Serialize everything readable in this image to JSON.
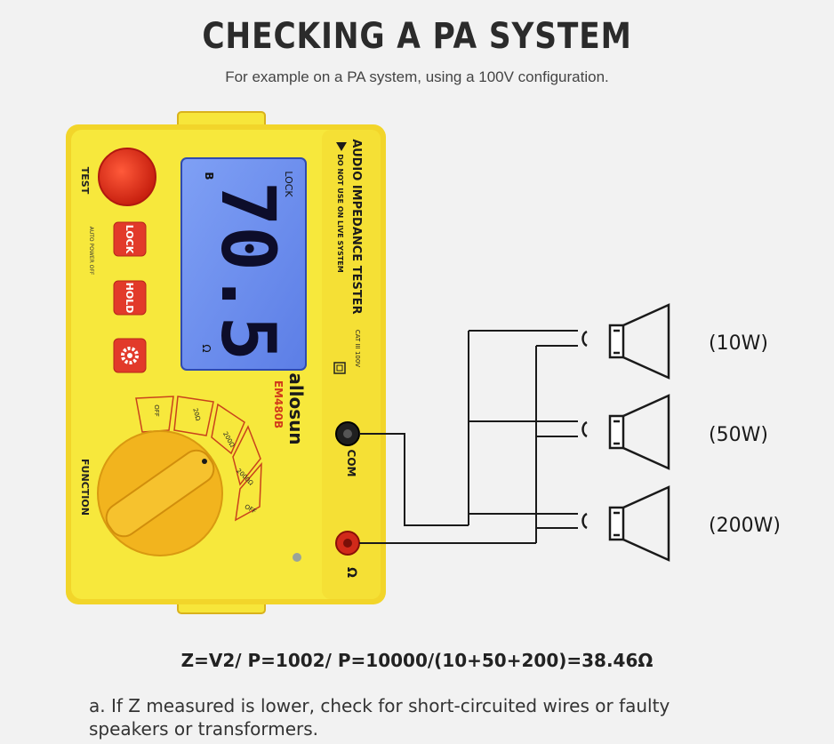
{
  "header": {
    "title": "CHECKING A PA SYSTEM",
    "subtitle": "For example on a PA system, using a 100V configuration."
  },
  "device": {
    "brand": "allosun",
    "model": "EM480B",
    "display_reading": "70.5",
    "display_lock": "LOCK",
    "display_unit": "Ω",
    "display_battery": "B",
    "title_label": "AUDIO IMPEDANCE TESTER",
    "warning_label": "DO NOT USE ON LIVE SYSTEM",
    "cat_label": "CAT III 100V",
    "test_label": "TEST",
    "auto_power_off_label": "AUTO POWER OFF",
    "lock_button_label": "LOCK",
    "hold_button_label": "HOLD",
    "settings_icon": "gear-icon",
    "function_label": "FUNCTION",
    "com_label": "COM",
    "ohm_label": "Ω",
    "dial_positions": [
      "OFF",
      "20Ω",
      "200Ω",
      "2000Ω",
      "OFF"
    ]
  },
  "speakers": [
    {
      "label": "(10W)"
    },
    {
      "label": "(50W)"
    },
    {
      "label": "(200W)"
    }
  ],
  "formula": "Z=V2/ P=1002/ P=10000/(10+50+200)=38.46Ω",
  "note": "a. If Z measured is lower, check for short-circuited wires or faulty speakers or transformers.",
  "colors": {
    "body_yellow": "#f7e63a",
    "frame_yellow": "#f4d62a",
    "lcd_blue": "#6f8fee",
    "button_red": "#e23a2a",
    "dial_orange": "#f2b41e",
    "text_red": "#d23a1a"
  }
}
